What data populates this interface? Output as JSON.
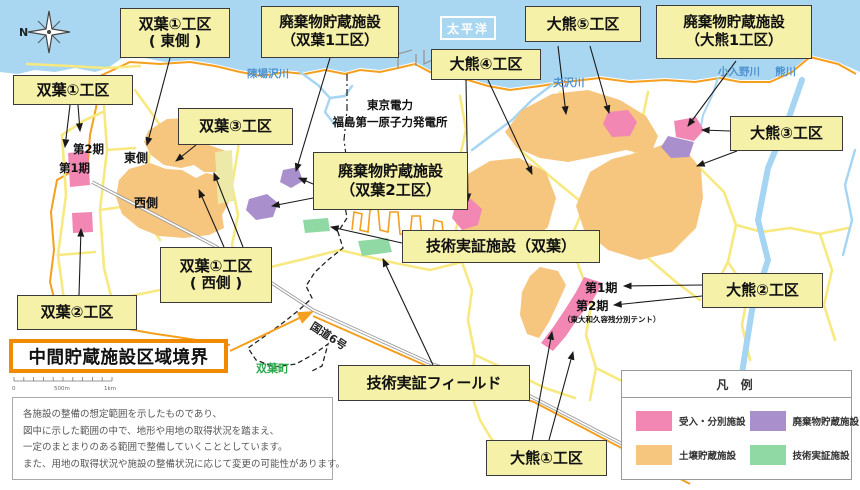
{
  "sea_label": "太平洋",
  "compass": {
    "north_label": "N"
  },
  "callouts": {
    "futaba1": {
      "label": "双葉①工区"
    },
    "futaba1_east": {
      "line1": "双葉①工区",
      "line2": "( 東側 )"
    },
    "futaba1_west": {
      "line1": "双葉①工区",
      "line2": "( 西側 )"
    },
    "futaba2": {
      "label": "双葉②工区"
    },
    "futaba3": {
      "label": "双葉③工区"
    },
    "waste_futaba1": {
      "line1": "廃棄物貯蔵施設",
      "line2": "（双葉1工区）"
    },
    "waste_futaba2": {
      "line1": "廃棄物貯蔵施設",
      "line2": "（双葉2工区）"
    },
    "waste_okuma1": {
      "line1": "廃棄物貯蔵施設",
      "line2": "（大熊1工区）"
    },
    "okuma1": {
      "label": "大熊①工区"
    },
    "okuma2": {
      "label": "大熊②工区"
    },
    "okuma3": {
      "label": "大熊③工区"
    },
    "okuma4": {
      "label": "大熊④工区"
    },
    "okuma5": {
      "label": "大熊⑤工区"
    },
    "tech_demo_futaba": {
      "label": "技術実証施設（双葉）"
    },
    "tech_demo_field": {
      "label": "技術実証フィールド"
    },
    "boundary": {
      "label": "中間貯蔵施設区域境界"
    }
  },
  "map_texts": {
    "tepco_line1": "東京電力",
    "tepco_line2": "福島第一原子力発電所",
    "east_side": "東側",
    "west_side": "西側",
    "phase2_left": "第2期",
    "phase1_left": "第1期",
    "phase1_right": "第1期",
    "phase2_right": "第2期",
    "phase2_right_note": "（東大和久容残分別テント）",
    "futaba_town": "双葉町",
    "route6": "国道6号"
  },
  "rivers": {
    "chinbasawa": "陳場沢川",
    "ottozawa": "夫沢川",
    "koirino": "小入野川",
    "kumagawa": "熊川"
  },
  "legend": {
    "title": "凡 例",
    "items": [
      {
        "label": "受入・分別施設",
        "color": "#F287B4"
      },
      {
        "label": "廃棄物貯蔵施設",
        "color": "#A98FCB"
      },
      {
        "label": "土壌貯蔵施設",
        "color": "#F6C57E"
      },
      {
        "label": "技術実証施設",
        "color": "#90D9A5"
      }
    ]
  },
  "note": {
    "lines": [
      "各施設の整備の想定範囲を示したものであり、",
      "図中に示した範囲の中で、地形や用地の取得状況を踏まえ、",
      "一定のまとまりのある範囲で整備していくこととしています。",
      "また、用地の取得状況や施設の整備状況に応じて変更の可能性があります。"
    ]
  },
  "scalebar": {
    "zero": "0",
    "mid": "500m",
    "end": "1km"
  },
  "colors": {
    "sea": "#A9D7F2",
    "receiving_pink": "#F287B4",
    "waste_purple": "#A98FCB",
    "soil_orange": "#F6C57E",
    "tech_green": "#90D9A5",
    "boundary_orange": "#F08A00",
    "road_yellow": "#F7E97F",
    "callout_yellow": "#F5F1A8"
  }
}
